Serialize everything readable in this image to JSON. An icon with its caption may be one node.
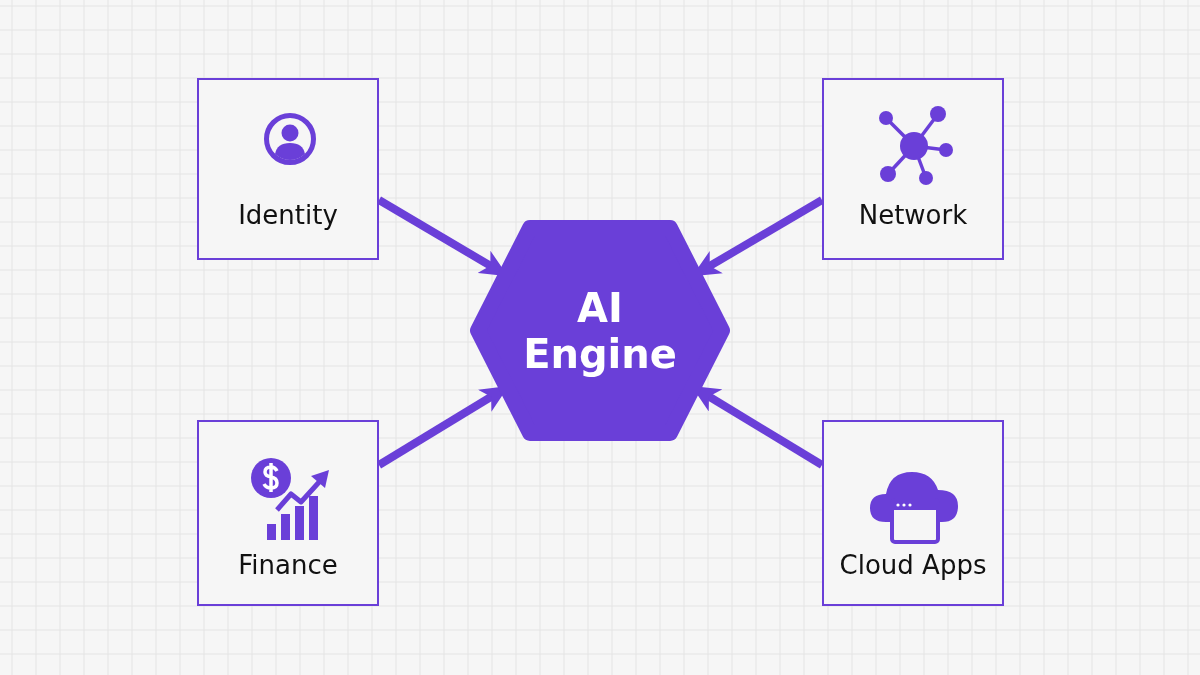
{
  "diagram": {
    "nodes": [
      {
        "text": [
          "Identity"
        ]
      },
      {
        "text": [
          "Network"
        ]
      },
      {
        "text": [
          "AI Engine"
        ]
      },
      {
        "text": [
          "Finance"
        ]
      },
      {
        "text": [
          "Cloud Apps"
        ]
      }
    ],
    "edges": [
      {
        "from": 0,
        "to": 2,
        "arrow": "to"
      },
      {
        "from": 1,
        "to": 2,
        "arrow": "to"
      },
      {
        "from": 3,
        "to": 2,
        "arrow": "to"
      },
      {
        "from": 4,
        "to": 2,
        "arrow": "to"
      }
    ]
  }
}
